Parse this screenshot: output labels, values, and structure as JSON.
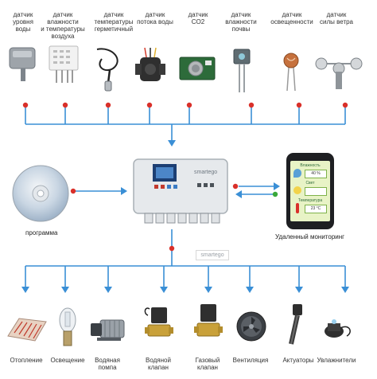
{
  "colors": {
    "line": "#3a8fd6",
    "dot_red": "#d9302a",
    "dot_green": "#3aa83a"
  },
  "sensors": [
    {
      "label": "датчик\nуровня\nводы",
      "icon": "water-level-sensor-icon"
    },
    {
      "label": "датчик\nвлажности\nи температуры\nвоздуха",
      "icon": "humidity-temperature-sensor-icon"
    },
    {
      "label": "датчик\nтемпературы\nгерметичный",
      "icon": "sealed-temperature-probe-icon"
    },
    {
      "label": "датчик\nпотока воды",
      "icon": "water-flow-sensor-icon"
    },
    {
      "label": "датчик\nCO2",
      "icon": "co2-sensor-icon"
    },
    {
      "label": "датчик\nвлажности\nпочвы",
      "icon": "soil-moisture-sensor-icon"
    },
    {
      "label": "датчик\nосвещенности",
      "icon": "light-sensor-icon"
    },
    {
      "label": "датчик\nсилы ветра",
      "icon": "anemometer-icon"
    }
  ],
  "software": {
    "label": "программа",
    "icon": "cd-disc-icon"
  },
  "controller": {
    "brand": "smartego",
    "icon": "controller-unit-icon"
  },
  "phone": {
    "caption": "Удаленный мониторинг",
    "icon": "smartphone-icon",
    "screen_humidity_label": "Влажность",
    "screen_humidity_value": "40 %",
    "screen_light_label": "Свет",
    "screen_temp_label": "Температура",
    "screen_temp_value": "23 °C"
  },
  "watermark": "smartego",
  "actuators": [
    {
      "label": "Отопление",
      "icon": "heating-mat-icon"
    },
    {
      "label": "Освещение",
      "icon": "lamp-bulb-icon"
    },
    {
      "label": "Водяная\nпомпа",
      "icon": "water-pump-icon"
    },
    {
      "label": "Водяной\nклапан",
      "icon": "water-valve-icon"
    },
    {
      "label": "Газовый\nклапан",
      "icon": "gas-valve-icon"
    },
    {
      "label": "Вентиляция",
      "icon": "fan-icon"
    },
    {
      "label": "Актуаторы",
      "icon": "linear-actuator-icon"
    },
    {
      "label": "Увлажнители",
      "icon": "humidifier-icon"
    }
  ]
}
